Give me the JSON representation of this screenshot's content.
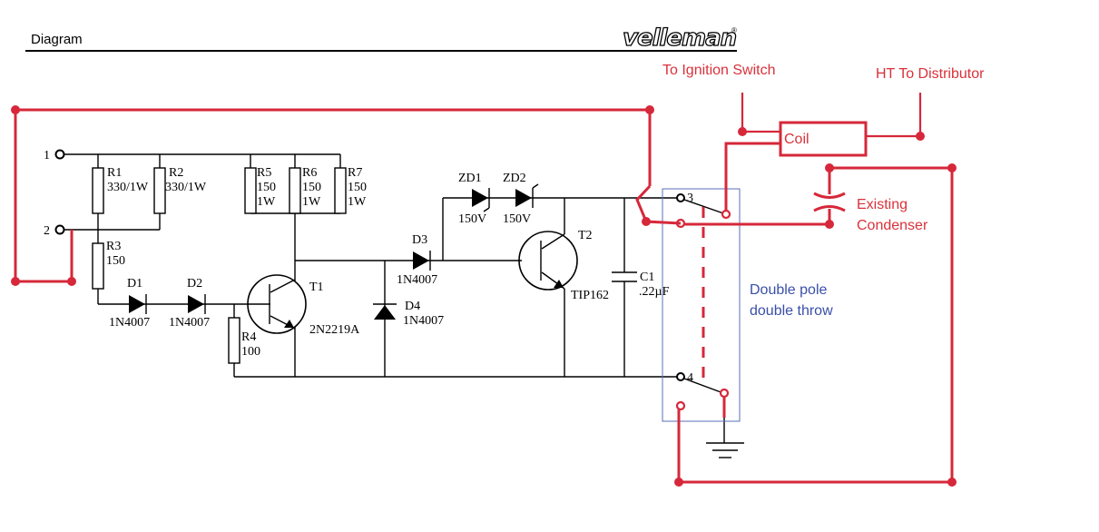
{
  "header": {
    "title": "Diagram",
    "brand": "velleman",
    "brand_mark": "®"
  },
  "terminals": {
    "t1": "1",
    "t2": "2",
    "t3": "3",
    "t4": "4"
  },
  "components": {
    "r1": {
      "name": "R1",
      "value": "330/1W"
    },
    "r2": {
      "name": "R2",
      "value": "330/1W"
    },
    "r3": {
      "name": "R3",
      "value": "150"
    },
    "r4": {
      "name": "R4",
      "value": "100"
    },
    "r5": {
      "name": "R5",
      "value1": "150",
      "value2": "1W"
    },
    "r6": {
      "name": "R6",
      "value1": "150",
      "value2": "1W"
    },
    "r7": {
      "name": "R7",
      "value1": "150",
      "value2": "1W"
    },
    "d1": {
      "name": "D1",
      "value": "1N4007"
    },
    "d2": {
      "name": "D2",
      "value": "1N4007"
    },
    "d3": {
      "name": "D3",
      "value": "1N4007"
    },
    "d4": {
      "name": "D4",
      "value": "1N4007"
    },
    "zd1": {
      "name": "ZD1",
      "value": "150V"
    },
    "zd2": {
      "name": "ZD2",
      "value": "150V"
    },
    "t1": {
      "name": "T1",
      "value": "2N2219A"
    },
    "t2": {
      "name": "T2",
      "value": "TIP162"
    },
    "c1": {
      "name": "C1",
      "value": ".22µF"
    }
  },
  "annotations": {
    "ignition": "To Ignition Switch",
    "ht": "HT To Distributor",
    "coil": "Coil",
    "condenser1": "Existing",
    "condenser2": "Condenser",
    "dpdt1": "Double pole",
    "dpdt2": "double throw"
  },
  "colors": {
    "annotation_red": "#d6283a",
    "annotation_blue": "#3a4fa8",
    "wire": "#000000"
  }
}
